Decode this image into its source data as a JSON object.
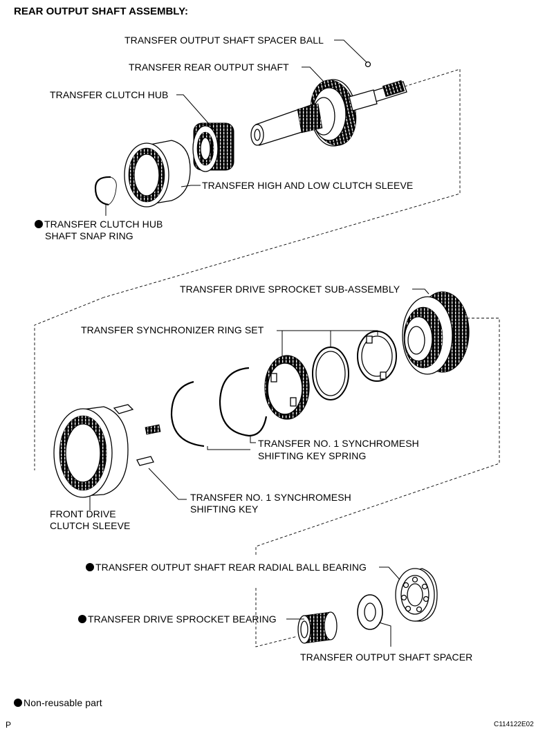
{
  "title": "REAR OUTPUT SHAFT ASSEMBLY:",
  "labels": {
    "spacer_ball": "TRANSFER OUTPUT SHAFT SPACER BALL",
    "rear_output_shaft": "TRANSFER REAR OUTPUT SHAFT",
    "clutch_hub": "TRANSFER CLUTCH HUB",
    "hl_clutch_sleeve": "TRANSFER HIGH AND LOW CLUTCH SLEEVE",
    "snap_ring_line1": "TRANSFER CLUTCH HUB",
    "snap_ring_line2": "SHAFT SNAP RING",
    "drive_sprocket": "TRANSFER DRIVE SPROCKET SUB-ASSEMBLY",
    "sync_ring_set": "TRANSFER SYNCHRONIZER RING SET",
    "key_spring_line1": "TRANSFER NO. 1 SYNCHROMESH",
    "key_spring_line2": "SHIFTING KEY SPRING",
    "shifting_key_line1": "TRANSFER  NO. 1 SYNCHROMESH",
    "shifting_key_line2": "SHIFTING KEY",
    "front_sleeve_line1": "FRONT DRIVE",
    "front_sleeve_line2": "CLUTCH SLEEVE",
    "rear_radial_bearing": "TRANSFER OUTPUT SHAFT REAR RADIAL BALL BEARING",
    "sprocket_bearing": "TRANSFER DRIVE SPROCKET BEARING",
    "output_shaft_spacer": "TRANSFER OUTPUT SHAFT SPACER"
  },
  "legend": {
    "text": "Non-reusable part"
  },
  "footer": {
    "left_mark": "P",
    "code": "C114122E02"
  }
}
